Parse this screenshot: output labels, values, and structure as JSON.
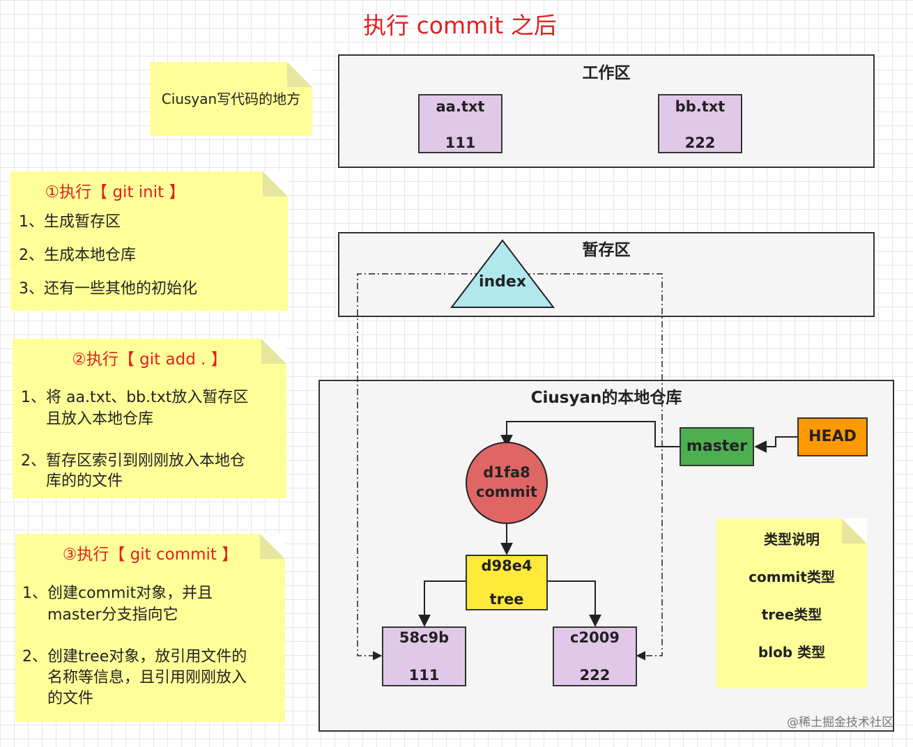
{
  "title": "执行 commit 之后",
  "workspace": {
    "title": "工作区",
    "files": [
      {
        "name": "aa.txt",
        "content": "111"
      },
      {
        "name": "bb.txt",
        "content": "222"
      }
    ]
  },
  "staging": {
    "title": "暂存区",
    "index_label": "index"
  },
  "repo": {
    "title": "Ciusyan的本地仓库",
    "commit": {
      "hash": "d1fa8",
      "type": "commit"
    },
    "tree": {
      "hash": "d98e4",
      "type": "tree"
    },
    "blobs": [
      {
        "hash": "58c9b",
        "content": "111"
      },
      {
        "hash": "c2009",
        "content": "222"
      }
    ],
    "branch": "master",
    "head": "HEAD"
  },
  "legend": {
    "title": "类型说明",
    "items": [
      "commit类型",
      "tree类型",
      "blob 类型"
    ]
  },
  "notes": {
    "workspace_note": "Ciusyan写代码的地方",
    "git_init": {
      "heading": "①执行【 git init 】",
      "lines": [
        "1、生成暂存区",
        "2、生成本地仓库",
        "3、还有一些其他的初始化"
      ]
    },
    "git_add": {
      "heading": "②执行【 git add . 】",
      "lines": [
        "1、将 aa.txt、bb.txt放入暂存区",
        "且放入本地仓库",
        "2、暂存区索引到刚刚放入本地仓",
        "库的的文件"
      ]
    },
    "git_commit": {
      "heading": "③执行【 git commit 】",
      "lines": [
        "1、创建commit对象，并且",
        "master分支指向它",
        "2、创建tree对象，放引用文件的",
        "名称等信息，且引用刚刚放入",
        "的文件"
      ]
    }
  },
  "watermark": "@稀土掘金技术社区",
  "colors": {
    "title_red": "#e02020",
    "note_yellow": "#ffff99",
    "file_purple": "#e1c8e9",
    "index_cyan": "#b0e8ee",
    "commit_red": "#e06666",
    "tree_yellow": "#ffe93b",
    "branch_green": "#4caf50",
    "head_orange": "#ff9900"
  }
}
